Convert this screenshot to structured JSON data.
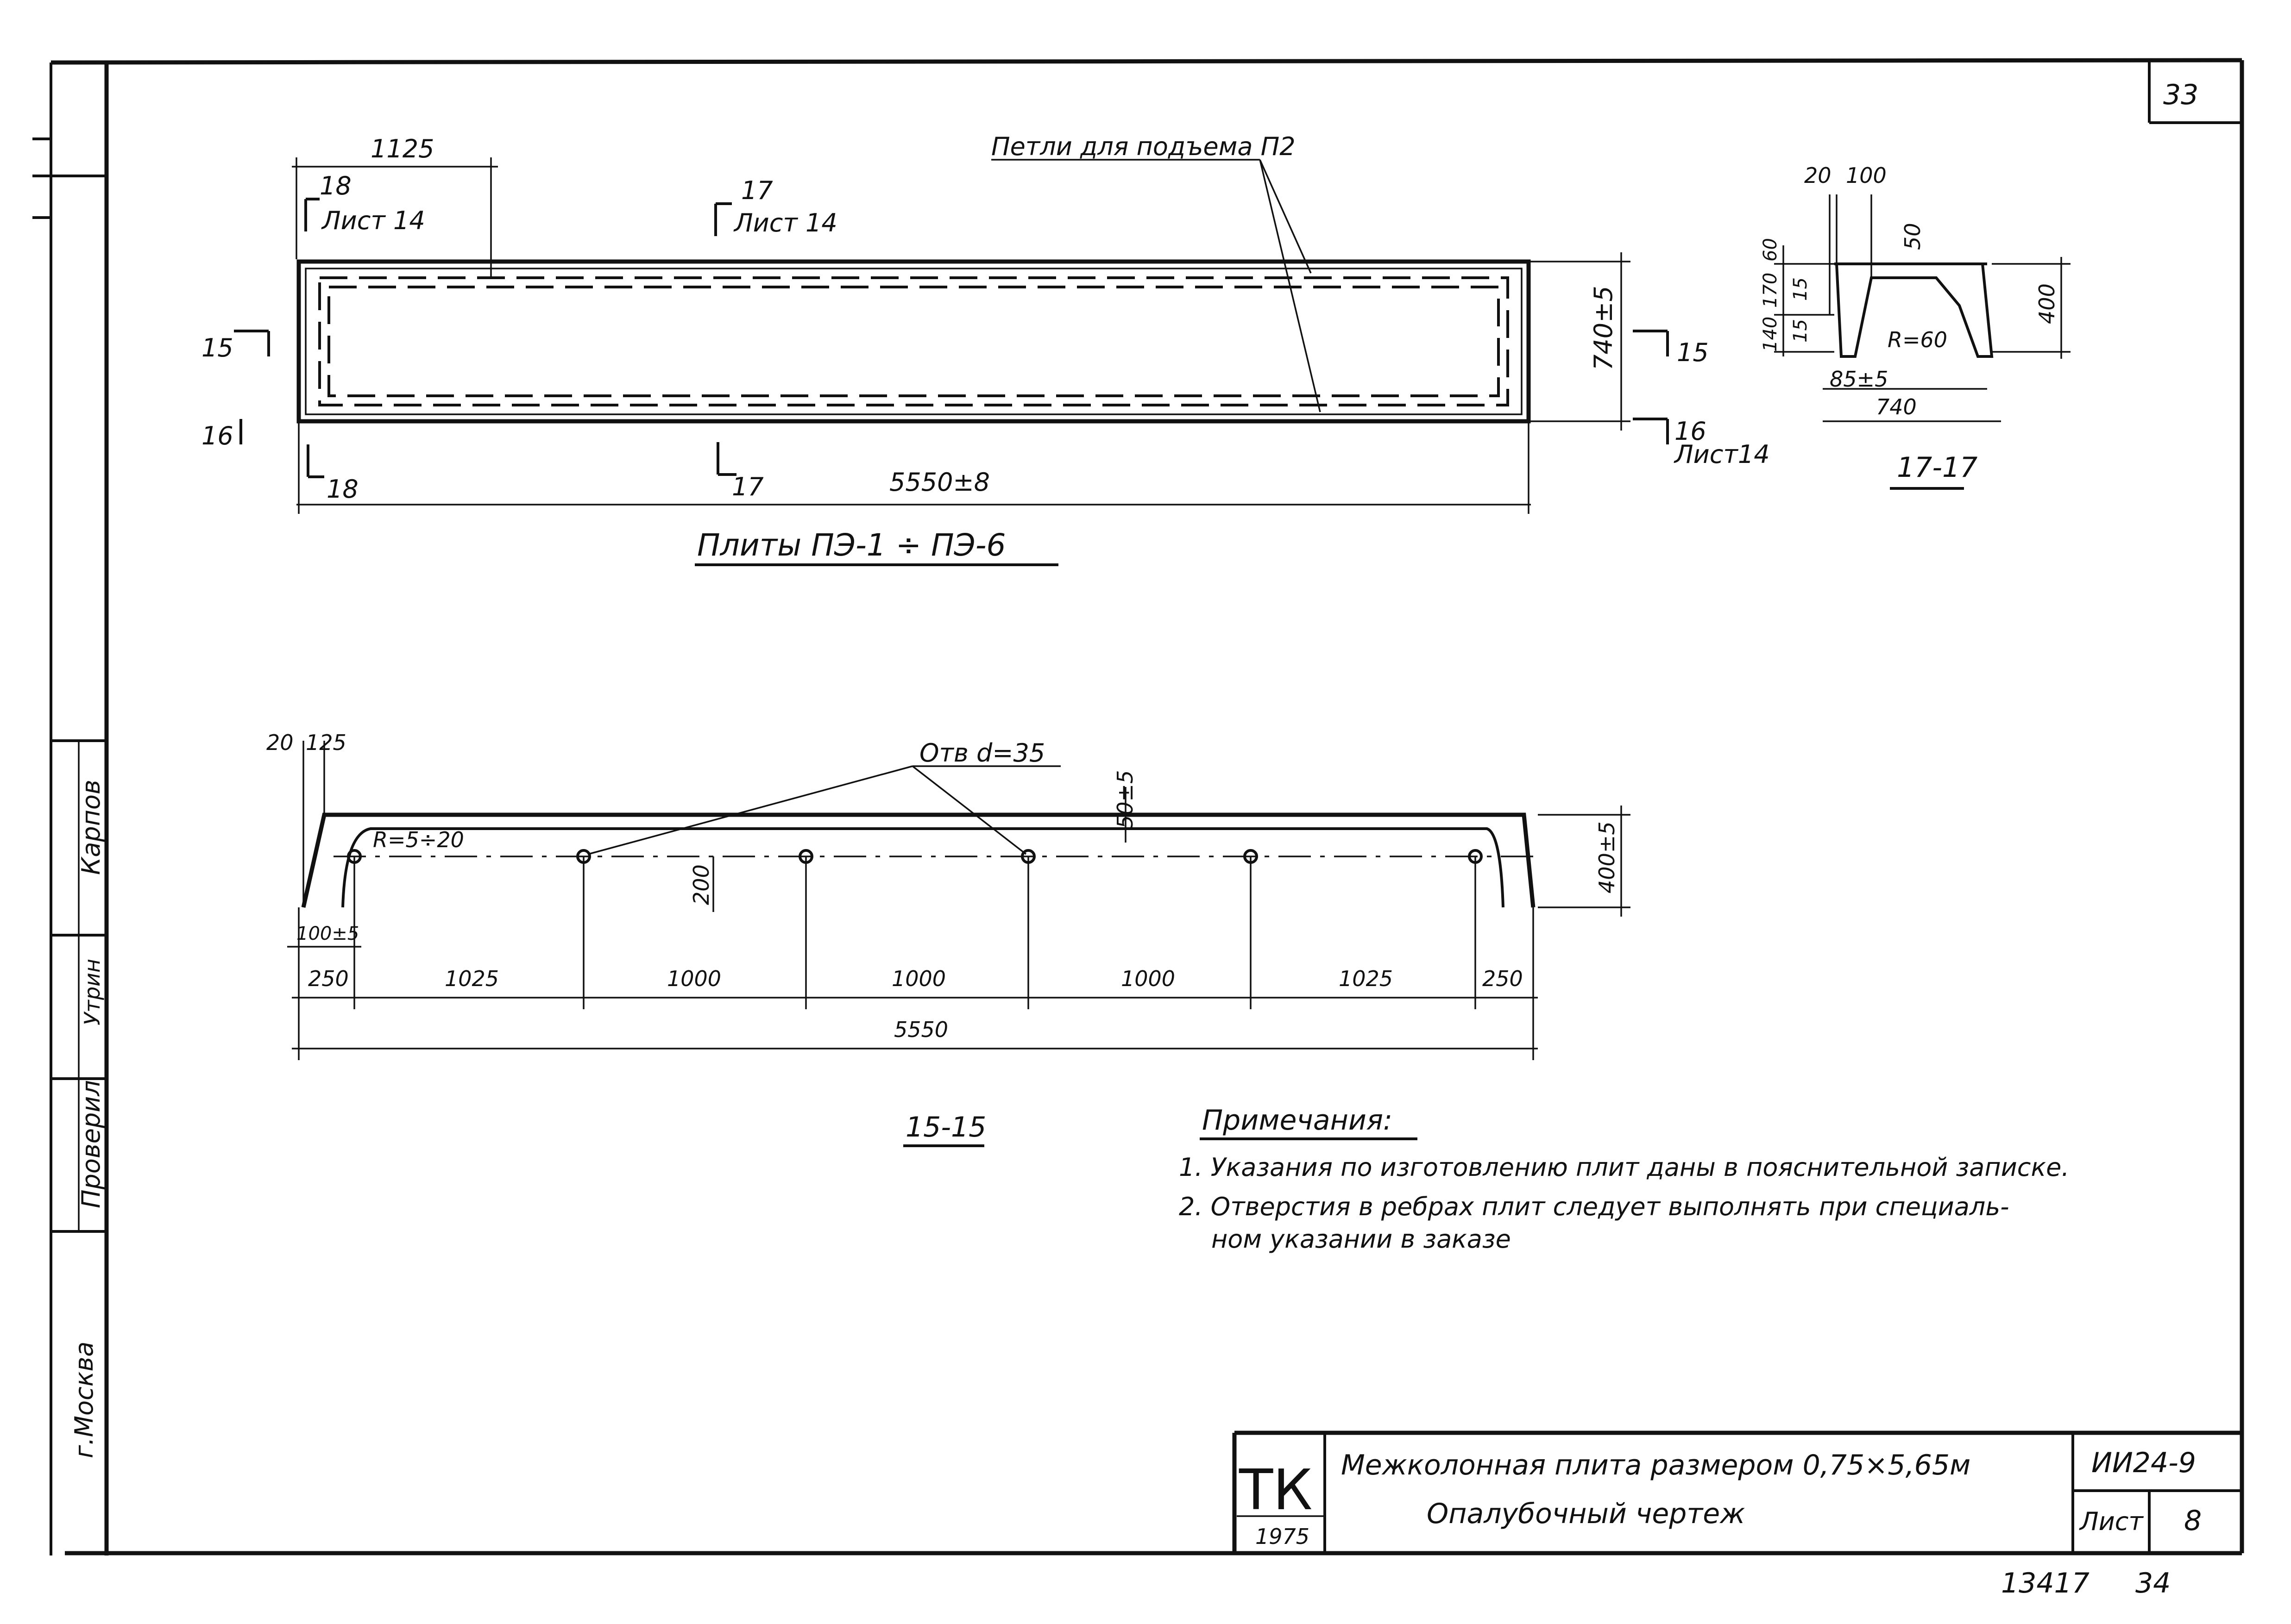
{
  "sheet": {
    "page_number": "33",
    "footer_number": "13417",
    "footer_page": "34"
  },
  "plan": {
    "dim_1125": "1125",
    "dim_length": "5550±8",
    "dim_width": "740±5",
    "cut_18": "18",
    "cut_17": "17",
    "cut_15": "15",
    "cut_16": "16",
    "sheet_ref_18": "Лист 14",
    "sheet_ref_17": "Лист 14",
    "sheet_ref_16": "Лист14",
    "loops_label": "Петли для подъема П2",
    "caption": "Плиты ПЭ-1 ÷ ПЭ-6"
  },
  "section_17": {
    "dim_20": "20",
    "dim_100": "100",
    "dim_50": "50",
    "dim_60": "60",
    "dim_170": "170",
    "dim_140": "140",
    "dim_15a": "15",
    "dim_15b": "15",
    "radius": "R=60",
    "dim_400": "400",
    "dim_85": "85±5",
    "dim_740": "740",
    "caption": "17-17"
  },
  "section_15": {
    "dim_20": "20",
    "dim_125": "125",
    "holes_label": "Отв d=35",
    "dim_50": "50±5",
    "radius": "R=5÷20",
    "dim_200": "200",
    "dim_400": "400±5",
    "dim_100": "100±5",
    "spans": [
      "250",
      "1025",
      "1000",
      "1000",
      "1000",
      "1025",
      "250"
    ],
    "dim_total": "5550",
    "caption": "15-15"
  },
  "notes": {
    "heading": "Примечания:",
    "items": [
      "1. Указания по изготовлению плит даны в пояснительной записке.",
      "2. Отверстия в ребрах плит следует выполнять при специаль-",
      "ном указании в заказе"
    ]
  },
  "side_stamp": {
    "city": "г.Москва",
    "checked_label": "Проверил",
    "name_1": "Карпов",
    "name_2": "Утрин"
  },
  "title_block": {
    "org": "ТК",
    "year": "1975",
    "title": "Межколонная плита размером 0,75×5,65м",
    "subtitle": "Опалубочный чертеж",
    "series": "ИИ24-9",
    "sheet_label": "Лист",
    "sheet_number": "8"
  }
}
